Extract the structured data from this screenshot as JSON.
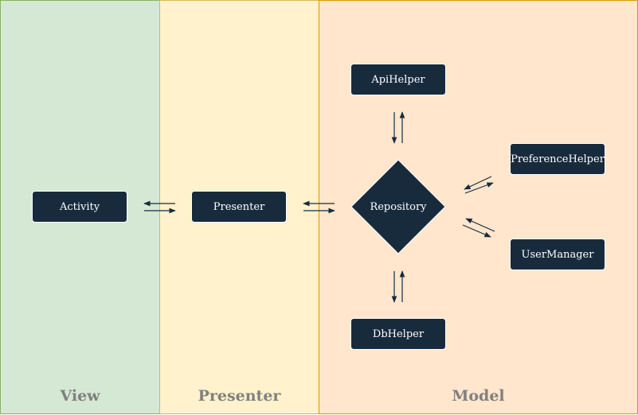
{
  "lanes": {
    "view": "View",
    "presenter": "Presenter",
    "model": "Model"
  },
  "nodes": {
    "activity": "Activity",
    "presenter": "Presenter",
    "repository": "Repository",
    "api_helper": "ApiHelper",
    "db_helper": "DbHelper",
    "preference_helper": "PreferenceHelper",
    "user_manager": "UserManager"
  },
  "colors": {
    "view_lane": "#d5e8d4",
    "presenter_lane": "#fff2cc",
    "model_lane": "#ffe6cc",
    "node_fill": "#182b3d",
    "arrow": "#182b3d",
    "lane_title": "#808080"
  }
}
